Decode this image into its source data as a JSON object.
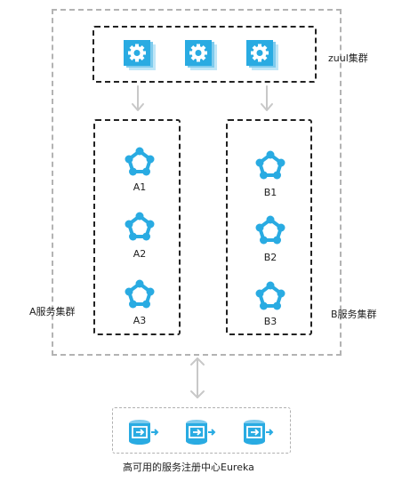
{
  "labels": {
    "zuul_cluster": "zuul集群",
    "a_cluster": "A服务集群",
    "b_cluster": "B服务集群",
    "eureka": "高可用的服务注册中心Eureka"
  },
  "a_nodes": [
    "A1",
    "A2",
    "A3"
  ],
  "b_nodes": [
    "B1",
    "B2",
    "B3"
  ],
  "colors": {
    "accent": "#29abe2",
    "accent_dark": "#1e8fc4",
    "box_dash": "#222222",
    "outer_dash": "#b3b3b3",
    "arrow": "#c8c8c8"
  },
  "icons": {
    "gateway": "gear-icon",
    "service": "network-ring-icon",
    "registry": "database-icon"
  }
}
